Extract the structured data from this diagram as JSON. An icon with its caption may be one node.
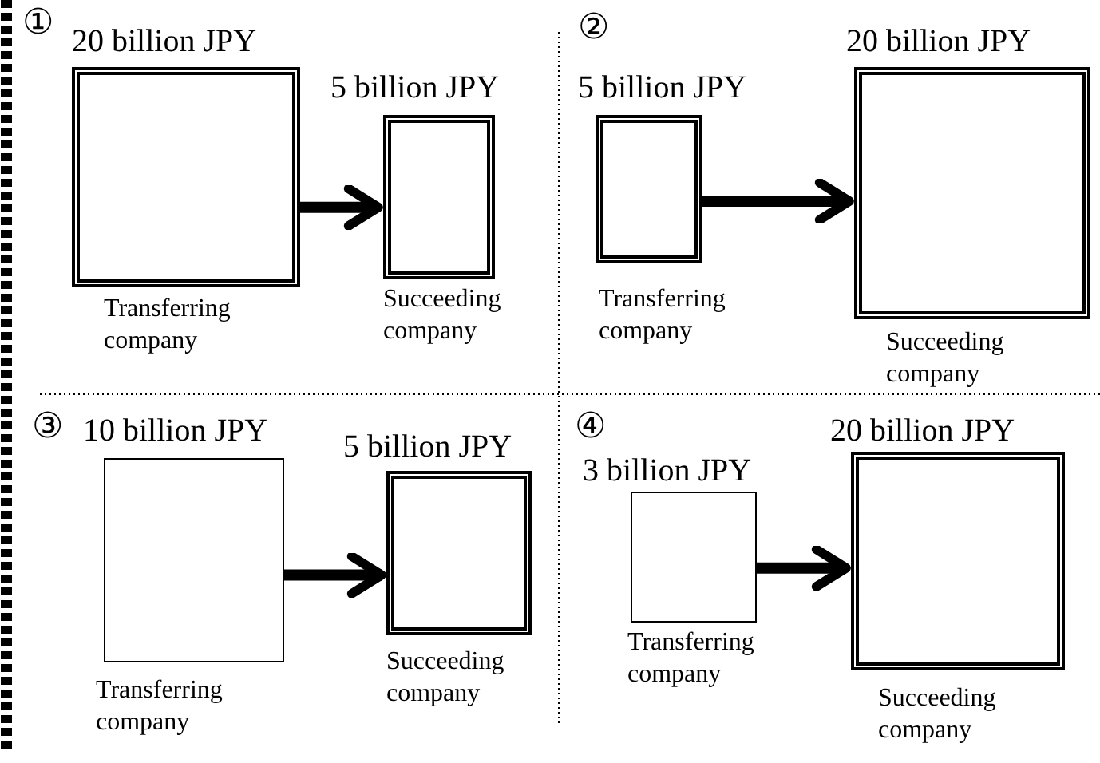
{
  "diagram": {
    "nodes": [
      {
        "text": [
          "20 billion JPY",
          "Transferring company"
        ]
      },
      {
        "text": [
          "5 billion JPY",
          "Succeeding company"
        ]
      },
      {
        "text": [
          "5 billion JPY",
          "Transferring company"
        ]
      },
      {
        "text": [
          "20 billion JPY",
          "Succeeding company"
        ]
      },
      {
        "text": [
          "10 billion JPY",
          "Transferring company"
        ]
      },
      {
        "text": [
          "5 billion JPY",
          "Succeeding company"
        ]
      },
      {
        "text": [
          "3 billion JPY",
          "Transferring company"
        ]
      },
      {
        "text": [
          "20 billion JPY",
          "Succeeding company"
        ]
      }
    ],
    "edges": [
      {
        "from": 0,
        "to": 1,
        "arrow": "to"
      },
      {
        "from": 2,
        "to": 3,
        "arrow": "to"
      },
      {
        "from": 4,
        "to": 5,
        "arrow": "to"
      },
      {
        "from": 6,
        "to": 7,
        "arrow": "to"
      }
    ],
    "labels": [
      "①",
      "②",
      "③",
      "④"
    ]
  }
}
